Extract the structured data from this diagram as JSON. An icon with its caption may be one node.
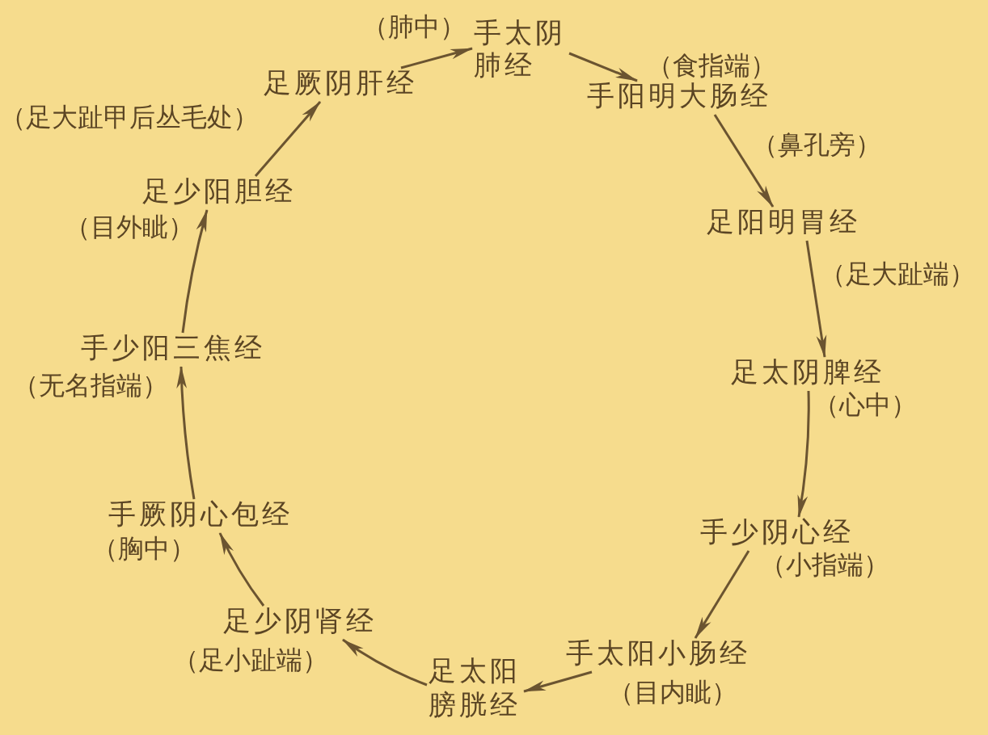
{
  "diagram": {
    "nodes": [
      {
        "text": [
          "手太阴肺经"
        ]
      },
      {
        "text": [
          "手阳明大肠经"
        ]
      },
      {
        "text": [
          "足阳明胃经"
        ]
      },
      {
        "text": [
          "足太阴脾经"
        ]
      },
      {
        "text": [
          "手少阴心经"
        ]
      },
      {
        "text": [
          "手太阳小肠经"
        ]
      },
      {
        "text": [
          "足太阳膀胱经"
        ]
      },
      {
        "text": [
          "足少阴肾经"
        ]
      },
      {
        "text": [
          "手厥阴心包经"
        ]
      },
      {
        "text": [
          "手少阳三焦经"
        ]
      },
      {
        "text": [
          "足少阳胆经"
        ]
      },
      {
        "text": [
          "足厥阴肝经"
        ]
      }
    ],
    "edges": [
      {
        "from": 0,
        "to": 1,
        "arrow": "to",
        "label": "（食指端）"
      },
      {
        "from": 1,
        "to": 2,
        "arrow": "to",
        "label": "（鼻孔旁）"
      },
      {
        "from": 2,
        "to": 3,
        "arrow": "to",
        "label": "（足大趾端）"
      },
      {
        "from": 3,
        "to": 4,
        "arrow": "to",
        "label": "（心中）"
      },
      {
        "from": 4,
        "to": 5,
        "arrow": "to",
        "label": "（小指端）"
      },
      {
        "from": 5,
        "to": 6,
        "arrow": "to",
        "label": "（目内眦）"
      },
      {
        "from": 6,
        "to": 7,
        "arrow": "to",
        "label": "（足小趾端）"
      },
      {
        "from": 7,
        "to": 8,
        "arrow": "to",
        "label": "（胸中）"
      },
      {
        "from": 8,
        "to": 9,
        "arrow": "to",
        "label": "（无名指端）"
      },
      {
        "from": 9,
        "to": 10,
        "arrow": "to",
        "label": "（目外眦）"
      },
      {
        "from": 10,
        "to": 11,
        "arrow": "to",
        "label": "（足大趾甲后丛毛处）"
      },
      {
        "from": 11,
        "to": 0,
        "arrow": "to",
        "label": "（肺中）"
      }
    ]
  }
}
